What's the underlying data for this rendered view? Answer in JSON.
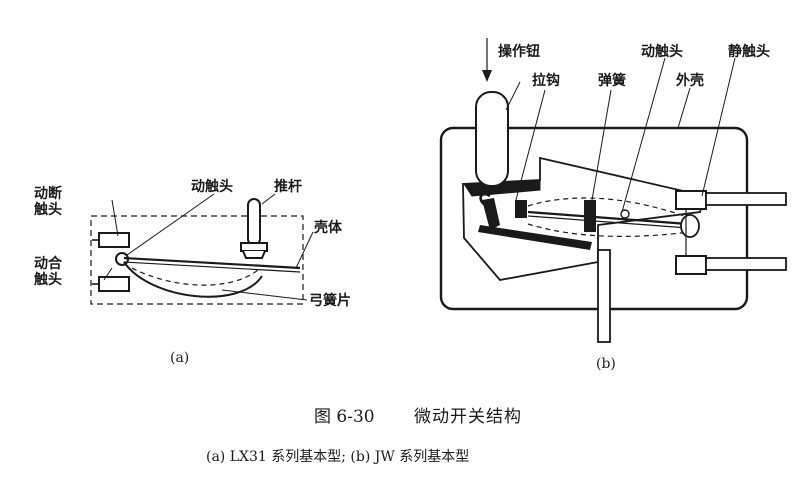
{
  "diagram_a": {
    "labels": {
      "moving_break_contact": "动断\n触头",
      "moving_contact": "动触头",
      "push_rod": "推杆",
      "housing": "壳体",
      "moving_make_contact": "动合\n触头",
      "bow_spring": "弓簧片"
    },
    "sub_label": "(a)"
  },
  "diagram_b": {
    "labels": {
      "button": "操作钮",
      "hook": "拉钩",
      "moving_contact": "动触头",
      "spring": "弹簧",
      "shell": "外壳",
      "static_contact": "静触头"
    },
    "sub_label": "(b)"
  },
  "caption": {
    "figure_number": "图 6-30",
    "title": "微动开关结构",
    "subtitle": "(a) LX31 系列基本型; (b) JW 系列基本型"
  }
}
